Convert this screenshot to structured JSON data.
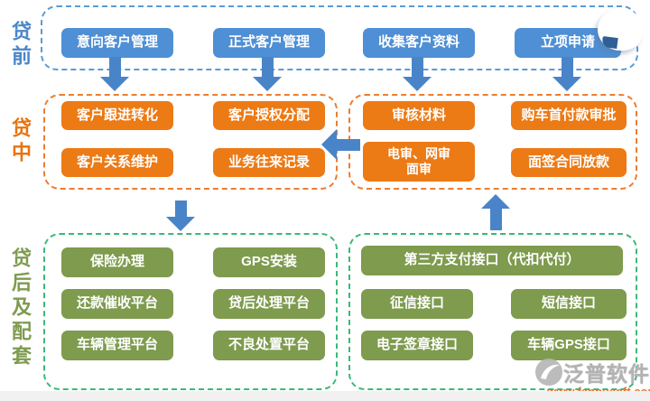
{
  "sections": {
    "pre": {
      "label": "贷前",
      "boxes": [
        "意向客户管理",
        "正式客户管理",
        "收集客户资料",
        "立项申请"
      ]
    },
    "mid": {
      "label": "贷中",
      "left_boxes": [
        "客户跟进转化",
        "客户授权分配",
        "客户关系维护",
        "业务往来记录"
      ],
      "right_boxes": [
        "审核材料",
        "购车首付款审批",
        "电审、网审\n面审",
        "面签合同放款"
      ]
    },
    "post": {
      "label": "贷后及配套",
      "left_boxes": [
        "保险办理",
        "GPS安装",
        "还款催收平台",
        "贷后处理平台",
        "车辆管理平台",
        "不良处置平台"
      ],
      "right_boxes": [
        "第三方支付接口（代扣代付）",
        "征信接口",
        "短信接口",
        "电子签章接口",
        "车辆GPS接口"
      ]
    }
  },
  "watermark": {
    "brand": "泛普软件",
    "url": "www.fanpusoft.com"
  },
  "colors": {
    "blue_box": "#4E8FD5",
    "blue_dash": "#5B9BD5",
    "blue_arrow": "#4A84C8",
    "blue_label": "#4A86C8",
    "orange_box": "#EC7A15",
    "orange_dash": "#ED7D31",
    "orange_label": "#E8720C",
    "green_box": "#7E9B4E",
    "green_dash": "#3CB878",
    "green_label": "#7E9B4E",
    "watermark_gray": "#B3B3B3",
    "watermark_link": "#E8712C"
  },
  "icons": {
    "arrow_down": "solid blue arrow pointing down",
    "arrow_up": "solid blue arrow pointing up",
    "arrow_left": "solid blue arrow pointing left",
    "page_curl": "folded white page-corner decoration",
    "logo": "gray circular swoosh logo"
  }
}
